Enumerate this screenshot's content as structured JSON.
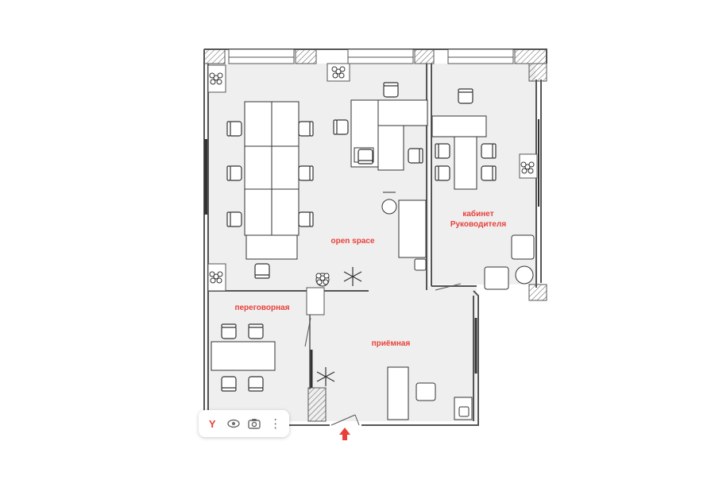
{
  "rooms": {
    "open_space": "open space",
    "office_line1": "кабинет",
    "office_line2": "Руководителя",
    "meeting": "переговорная",
    "reception": "приёмная"
  },
  "toolbar": {
    "logo_label": "Y",
    "logo_icon": "yandex-logo-icon",
    "view_icon": "eye-icon",
    "camera_icon": "camera-icon",
    "more_label": "⋮",
    "more_icon": "more-vertical-icon"
  },
  "colors": {
    "floor": "#efefef",
    "wall": "#555555",
    "furniture": "#ffffff",
    "label": "#e8403a",
    "entrance_arrow": "#e8403a"
  }
}
